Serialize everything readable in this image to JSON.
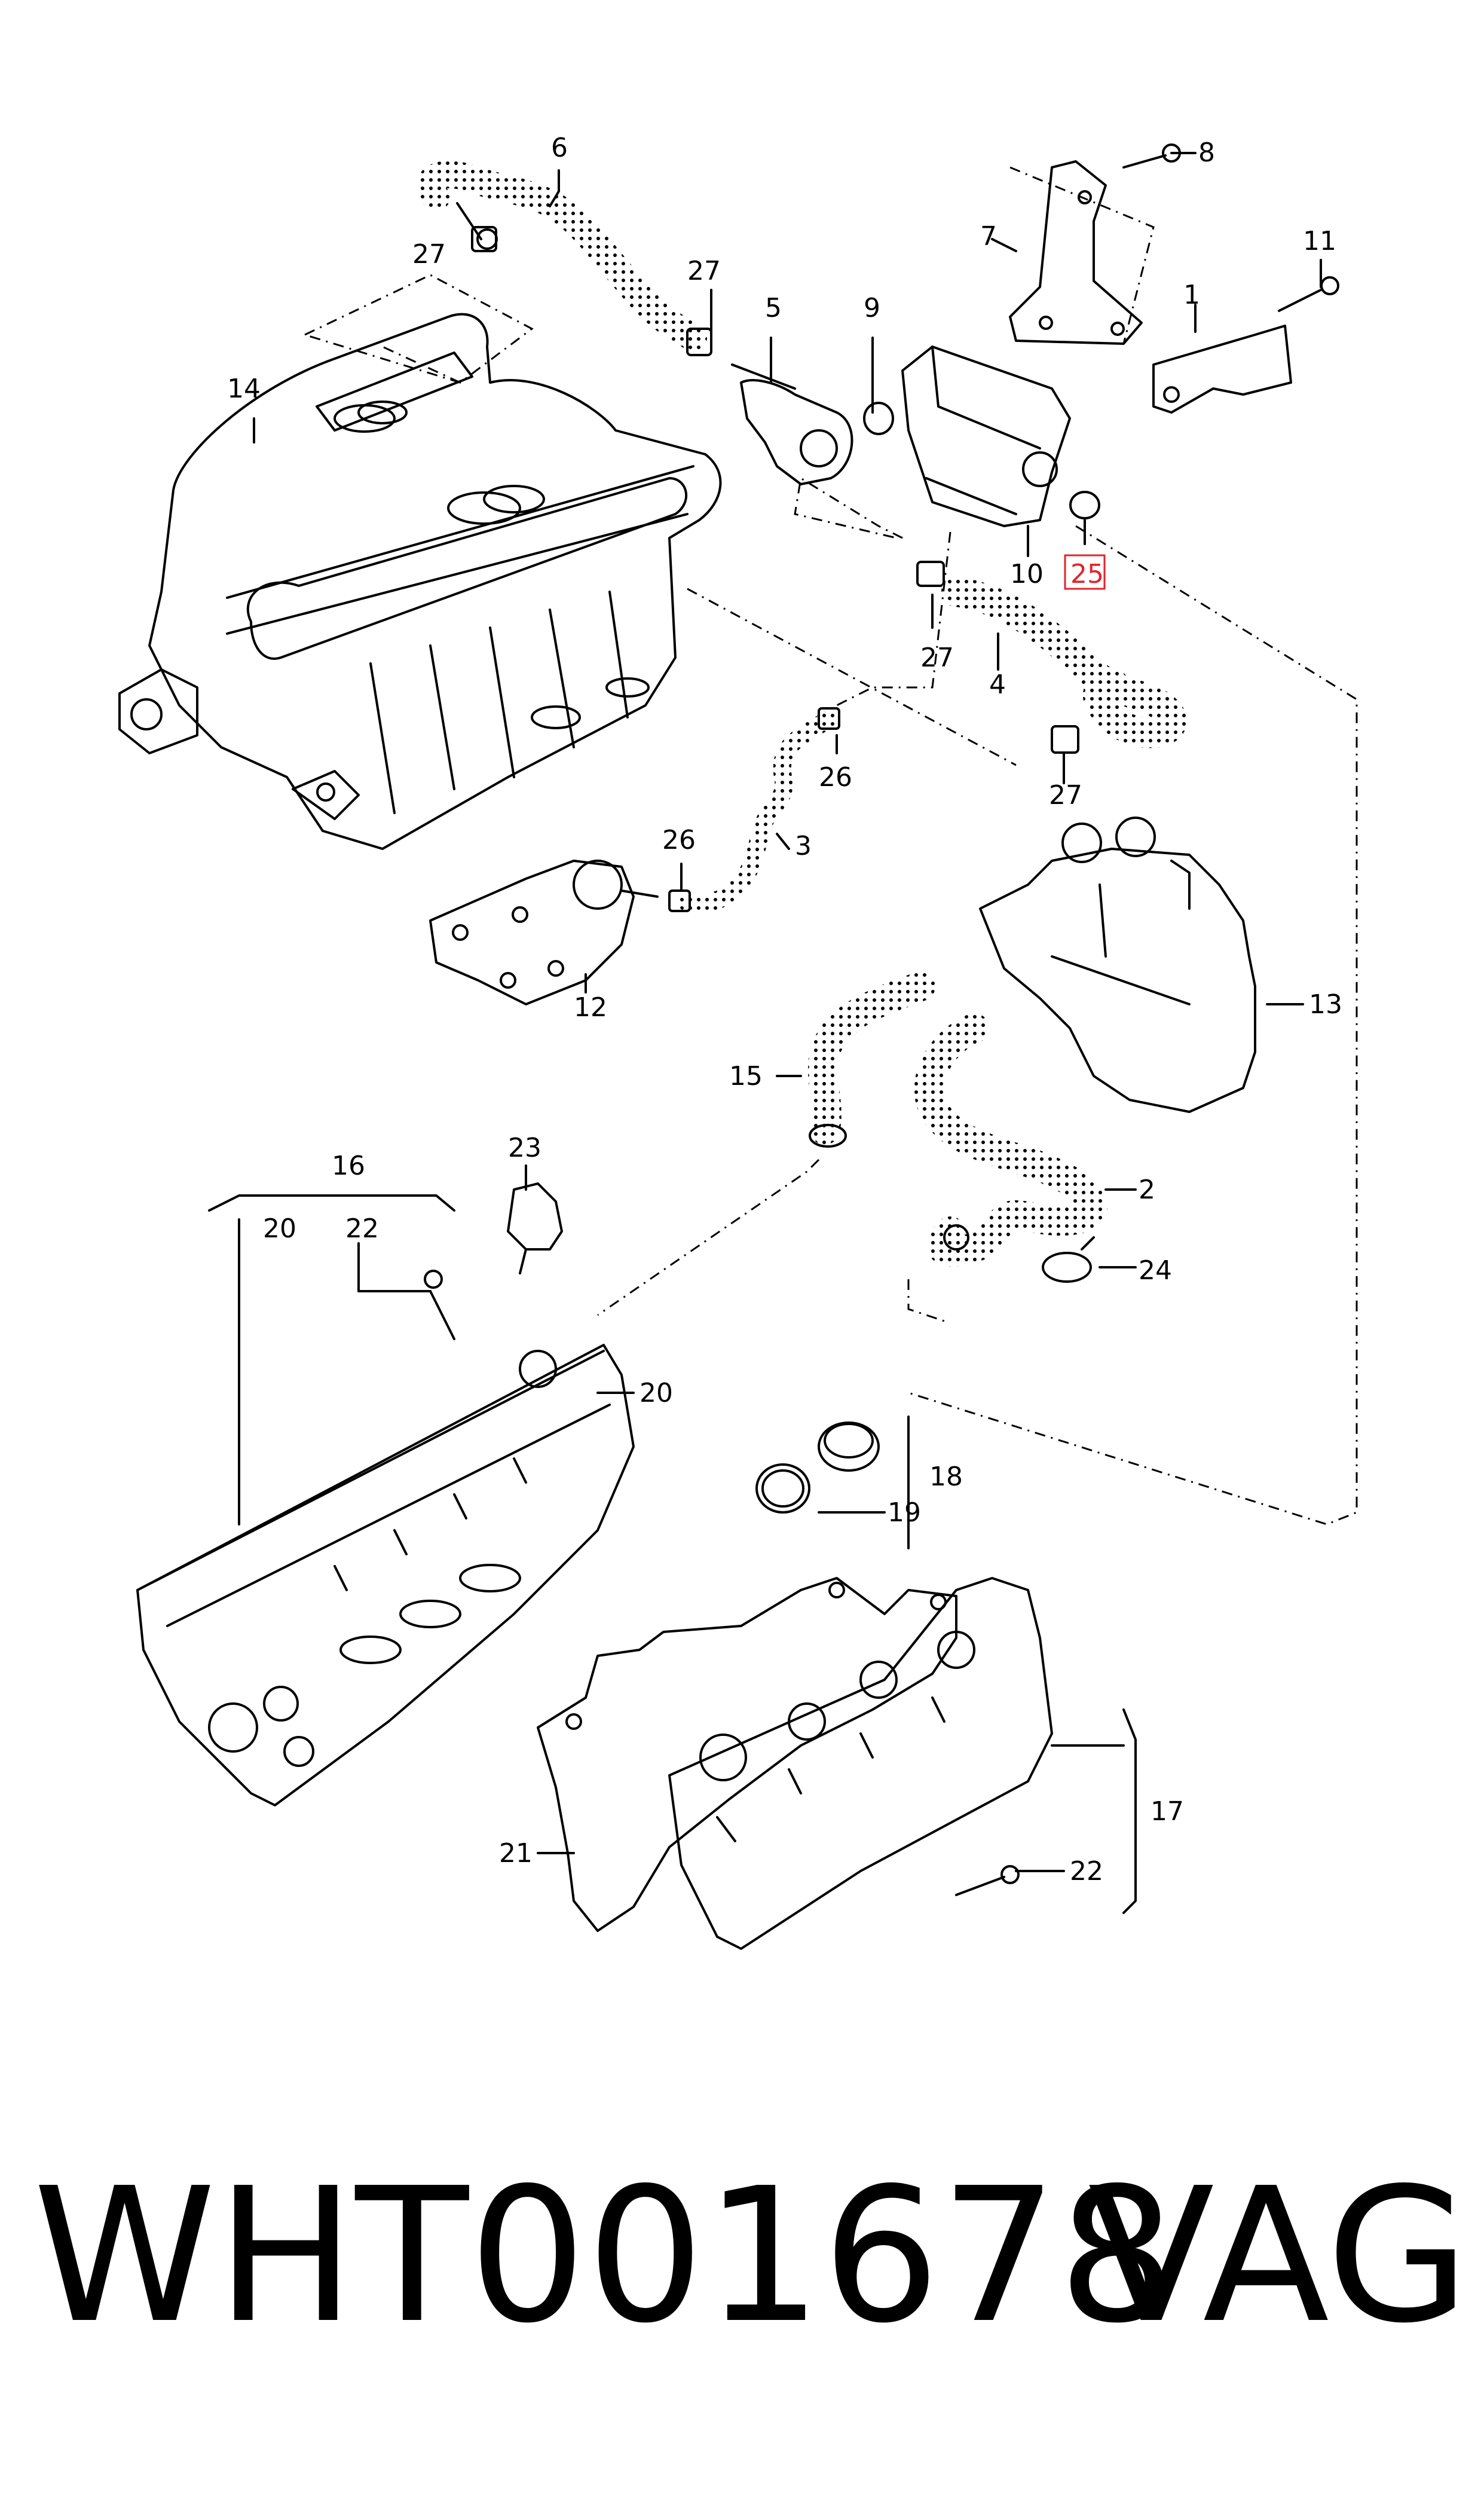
{
  "labels": {
    "l1": "1",
    "l2": "2",
    "l3": "3",
    "l4": "4",
    "l5": "5",
    "l6": "6",
    "l7": "7",
    "l8": "8",
    "l9": "9",
    "l10": "10",
    "l11": "11",
    "l12": "12",
    "l13": "13",
    "l14": "14",
    "l15": "15",
    "l16": "16",
    "l17": "17",
    "l18": "18",
    "l19": "19",
    "l20a": "20",
    "l20b": "20",
    "l21": "21",
    "l22a": "22",
    "l22b": "22",
    "l23": "23",
    "l24": "24",
    "l25": "25",
    "l26a": "26",
    "l26b": "26",
    "l27a": "27",
    "l27b": "27",
    "l27c": "27",
    "l27d": "27"
  },
  "highlight_label": "25",
  "colors": {
    "line": "#000000",
    "highlight": "#e2242b",
    "background": "#ffffff"
  },
  "caption": {
    "part_number": "WHT001678",
    "brand": "VAG"
  }
}
